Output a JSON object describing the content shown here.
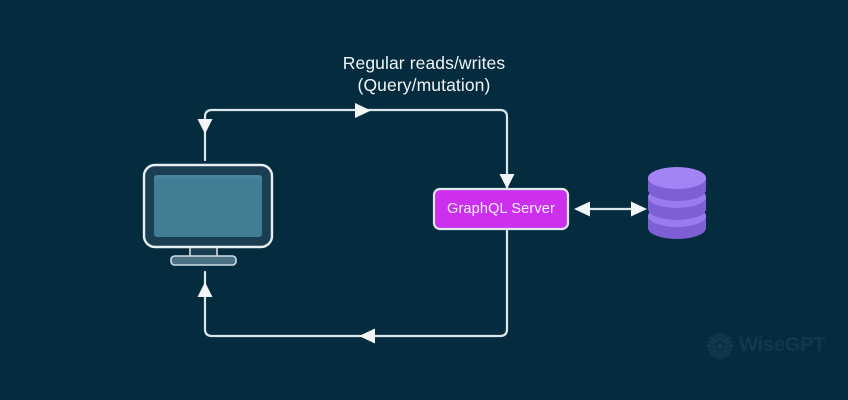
{
  "diagram": {
    "title_label": {
      "line1": "Regular reads/writes",
      "line2": "(Query/mutation)"
    },
    "nodes": {
      "client": {
        "name": "client-monitor",
        "icon": "monitor-icon",
        "screen_color": "#427d96",
        "frame_color": "#e8eef1",
        "bezel_color": "#1b3e52"
      },
      "server": {
        "label": "GraphQL Server",
        "fill_color": "#cc2fee",
        "border_color": "#dfe8ec",
        "text_color": "#fdf2ff"
      },
      "database": {
        "name": "database-cylinder",
        "icon": "database-icon",
        "top_color": "#a383f5",
        "body_color": "#7f5fd6",
        "band_color": "#9a7cee"
      }
    },
    "connectors": [
      {
        "name": "client-to-server-request",
        "direction": "right-down",
        "arrowheads": [
          "down-into-client",
          "right-midpath",
          "down-into-server"
        ]
      },
      {
        "name": "server-to-client-response",
        "direction": "down-left-up",
        "arrowheads": [
          "left-midpath",
          "up-into-client"
        ]
      },
      {
        "name": "server-database-link",
        "direction": "bidirectional",
        "arrowheads": [
          "left",
          "right"
        ]
      }
    ],
    "colors": {
      "background": "#052c3e",
      "line": "#dbe6ea",
      "text": "#f2f5f7",
      "watermark": "#10394c"
    }
  },
  "branding": {
    "logo_name": "wisegpt-logo",
    "text": "WiseGPT"
  }
}
